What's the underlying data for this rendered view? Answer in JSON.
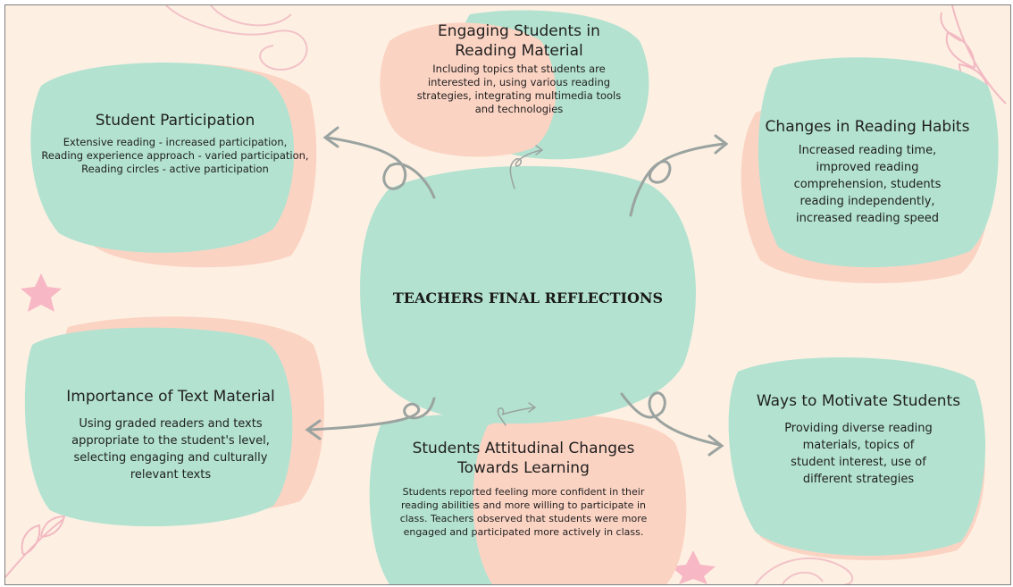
{
  "center": {
    "title": "TEACHERS FINAL REFLECTIONS"
  },
  "nodes": {
    "student_participation": {
      "title": "Student Participation",
      "body": "Extensive reading - increased participation, Reading experience approach - varied participation, Reading circles - active participation"
    },
    "engaging_students": {
      "title": "Engaging Students in Reading Material",
      "body": "Including topics that students are interested in, using various reading strategies, integrating multimedia tools and technologies"
    },
    "reading_habits": {
      "title": "Changes in Reading Habits",
      "body": "Increased reading time, improved reading comprehension, students reading independently, increased reading speed"
    },
    "text_material": {
      "title": "Importance of Text Material",
      "body": "Using graded readers and texts appropriate to the student's level, selecting engaging and culturally relevant texts"
    },
    "attitudinal_changes": {
      "title": "Students Attitudinal Changes Towards Learning",
      "body": "Students reported feeling more confident in their reading abilities and more willing to participate in class. Teachers observed that students were more engaged and participated more actively in class."
    },
    "motivate_students": {
      "title": "Ways to Motivate Students",
      "body": "Providing diverse reading materials, topics of student interest, use of different strategies"
    }
  },
  "colors": {
    "background": "#fdf0e2",
    "mint_blob": "#b3e2d1",
    "peach_blob": "#fbd3c3",
    "arrow": "#9aa3a0",
    "star": "#f7b7c4"
  }
}
